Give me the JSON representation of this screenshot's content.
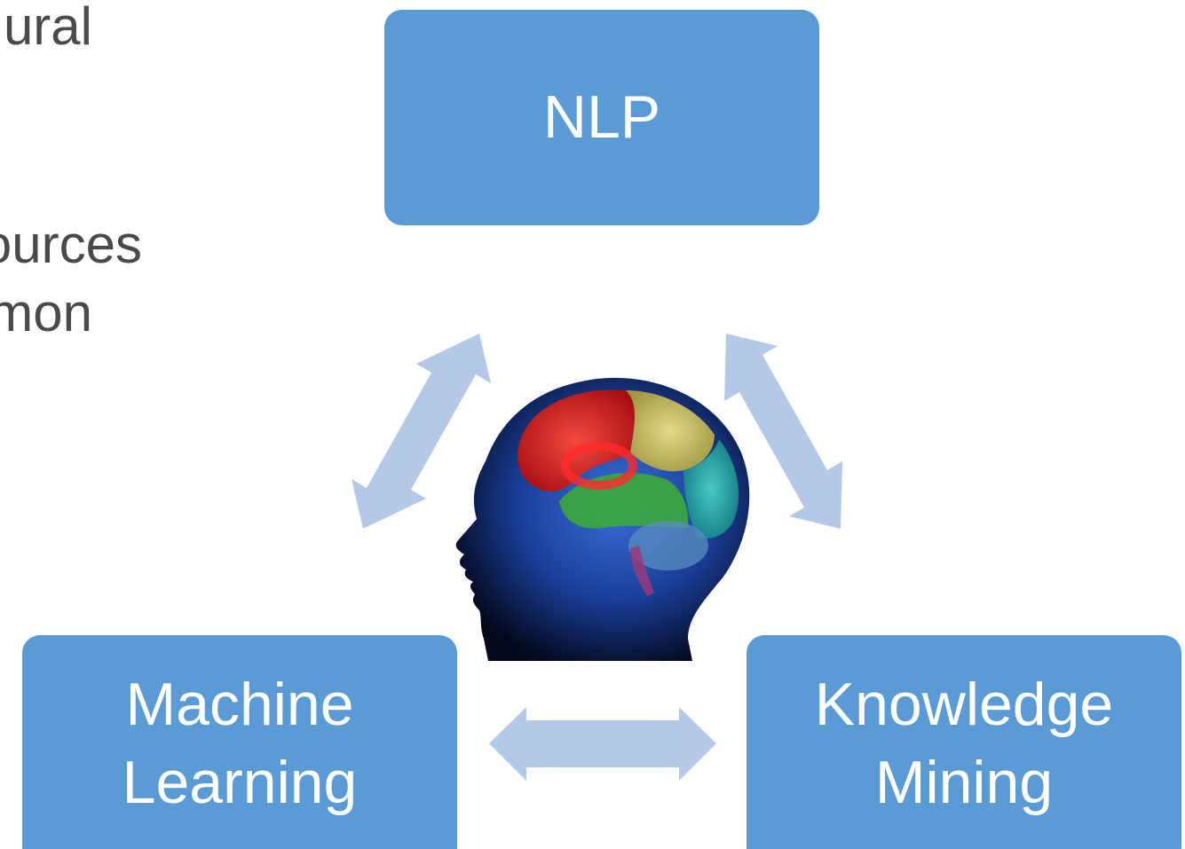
{
  "background_text": {
    "line1": "ural",
    "line2": "ources",
    "line3": "mon"
  },
  "nodes": {
    "nlp": "NLP",
    "machine_learning": {
      "line1": "Machine",
      "line2": "Learning"
    },
    "knowledge_mining": {
      "line1": "Knowledge",
      "line2": "Mining"
    }
  },
  "colors": {
    "box_fill": "#5b9bd5",
    "arrow_fill": "#b4c9e8",
    "text_dark": "#4a4a4a"
  },
  "icons": {
    "center": "brain-head-icon"
  }
}
